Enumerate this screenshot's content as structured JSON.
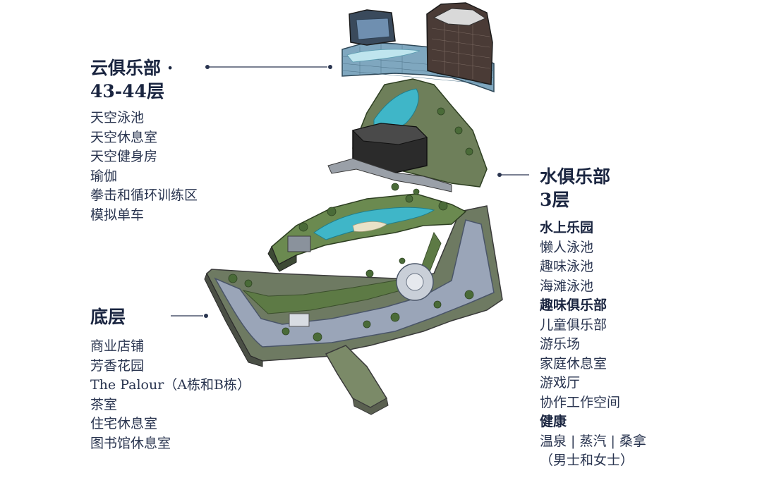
{
  "callouts": {
    "cloud_club": {
      "title_line1": "云俱乐部 ·",
      "title_line2": "43-44层",
      "items": [
        "天空泳池",
        "天空休息室",
        "天空健身房",
        "瑜伽",
        "拳击和循环训练区",
        "模拟单车"
      ]
    },
    "water_club": {
      "title_line1": "水俱乐部",
      "title_line2": "3层",
      "items": [
        {
          "text": "水上乐园",
          "bold": true
        },
        {
          "text": "懒人泳池",
          "bold": false
        },
        {
          "text": "趣味泳池",
          "bold": false
        },
        {
          "text": "海滩泳池",
          "bold": false
        },
        {
          "text": "趣味俱乐部",
          "bold": true
        },
        {
          "text": "儿童俱乐部",
          "bold": false
        },
        {
          "text": "游乐场",
          "bold": false
        },
        {
          "text": "家庭休息室",
          "bold": false
        },
        {
          "text": "游戏厅",
          "bold": false
        },
        {
          "text": "协作工作空间",
          "bold": false
        },
        {
          "text": "健康",
          "bold": true
        },
        {
          "text": "温泉 | 蒸汽 | 桑拿",
          "bold": false
        },
        {
          "text": "（男士和女士）",
          "bold": false
        }
      ]
    },
    "ground_floor": {
      "title": "底层",
      "items": [
        "商业店铺",
        "芳香花园",
        "The Palour（A栋和B栋）",
        "茶室",
        "住宅休息室",
        "图书馆休息室"
      ]
    }
  },
  "colors": {
    "text": "#1a2540",
    "leader": "#2a3550",
    "road": "#8a95a8",
    "greenery": "#5d7a45",
    "water": "#3fb6c8",
    "building_dark": "#2b2b2b",
    "glass": "#7fa7bf"
  }
}
